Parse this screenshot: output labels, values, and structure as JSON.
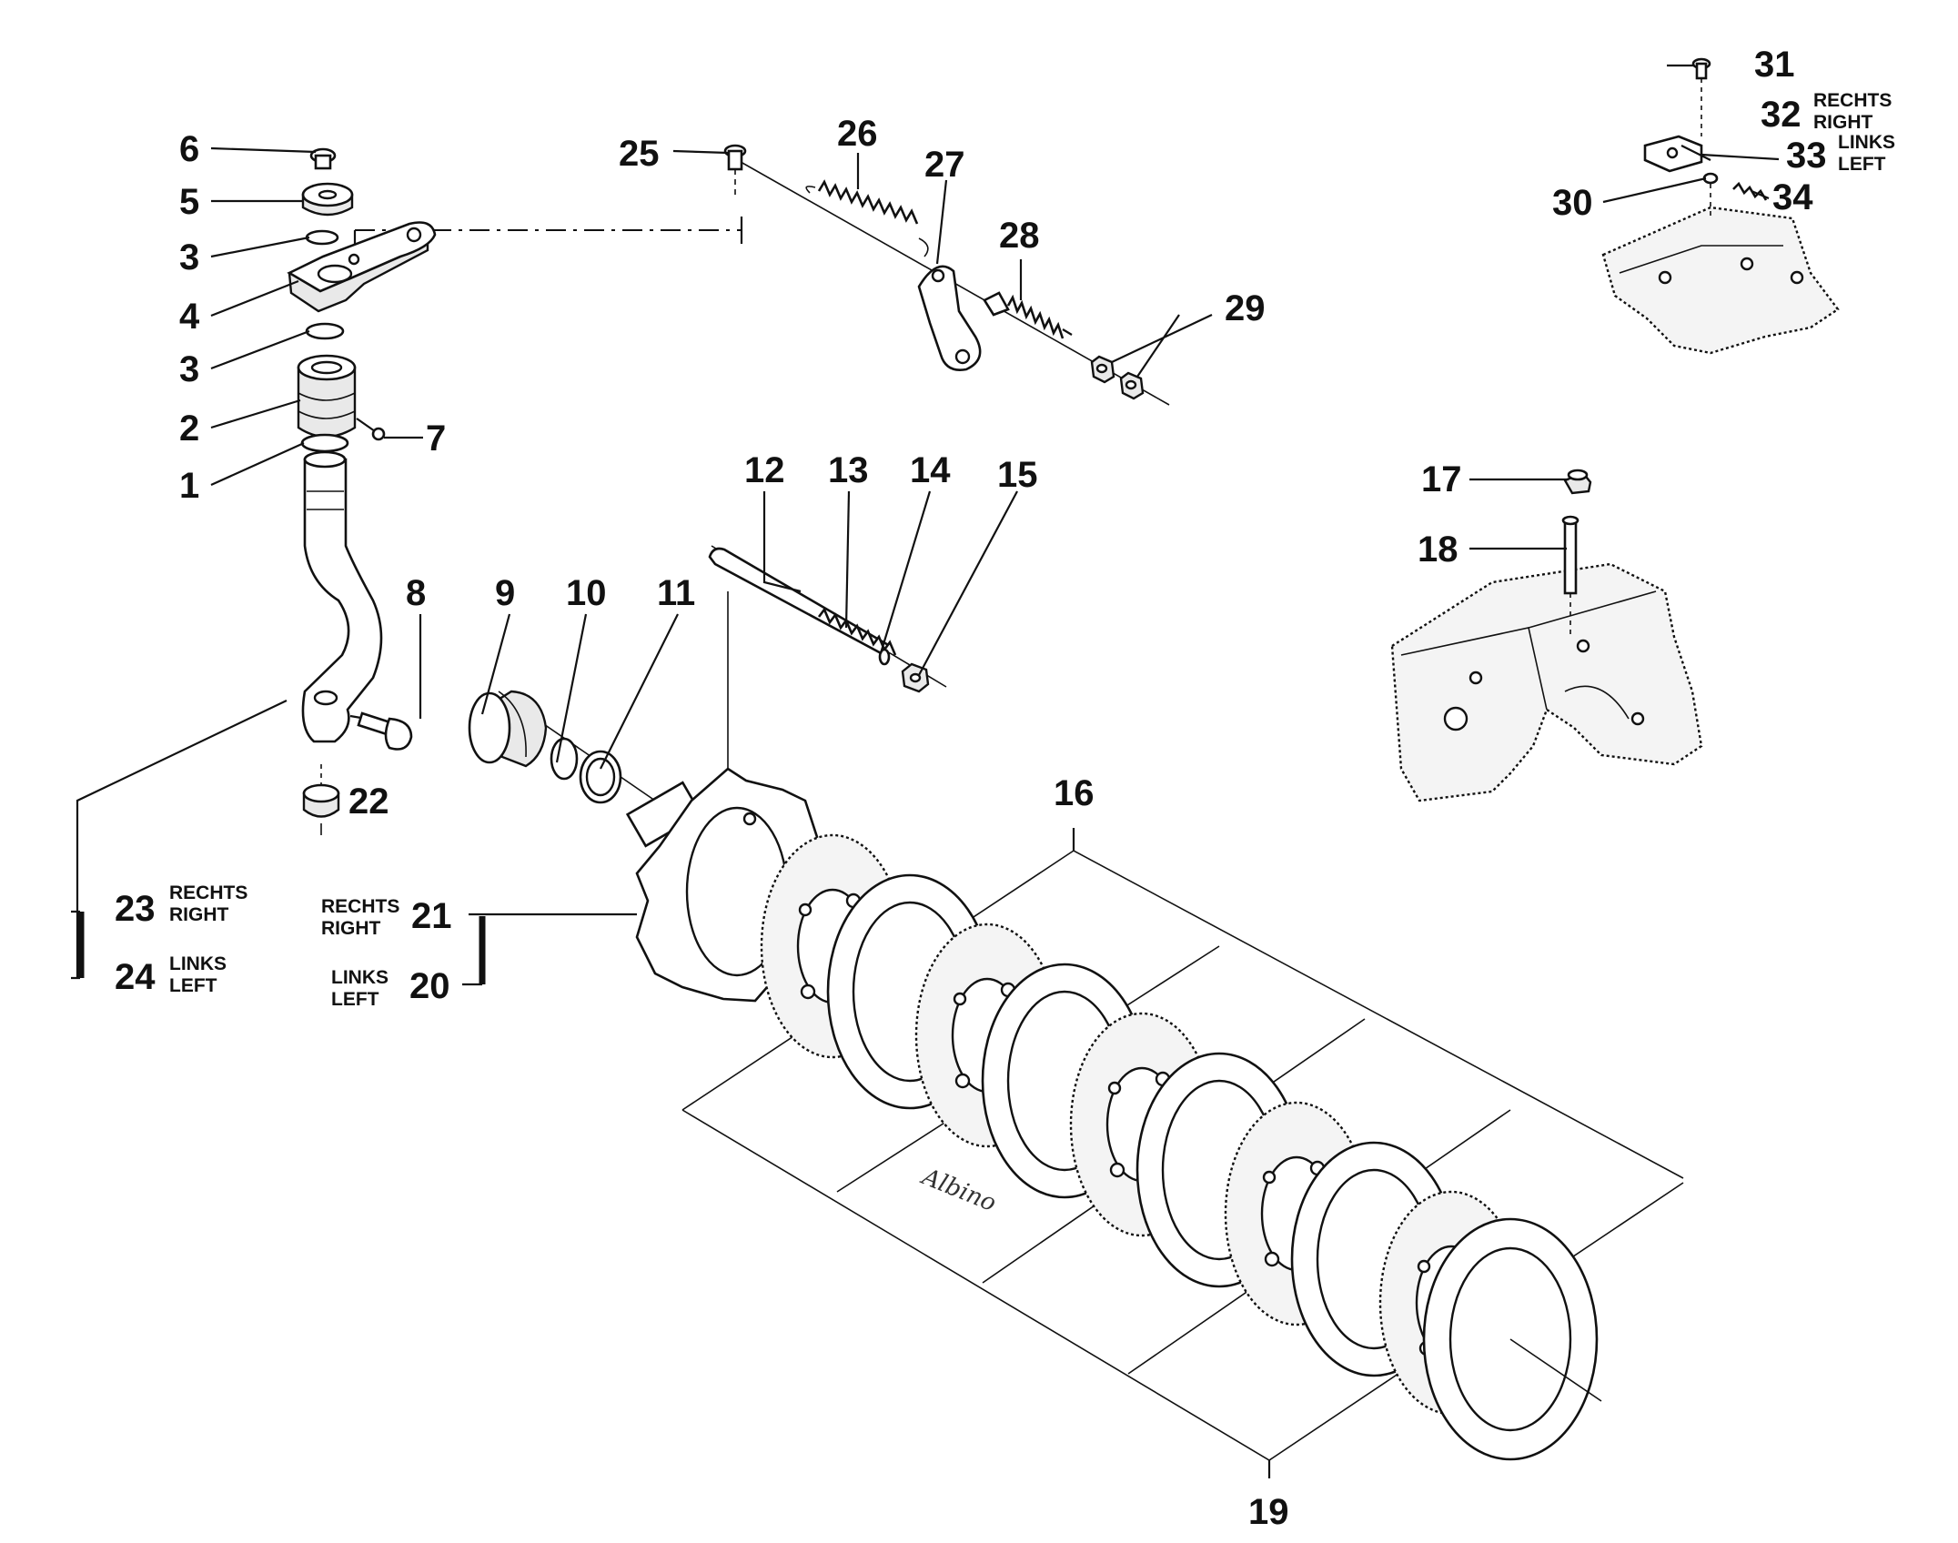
{
  "parts": {
    "p1": "1",
    "p2": "2",
    "p3a": "3",
    "p3b": "3",
    "p4": "4",
    "p5": "5",
    "p6": "6",
    "p7": "7",
    "p8": "8",
    "p9": "9",
    "p10": "10",
    "p11": "11",
    "p12": "12",
    "p13": "13",
    "p14": "14",
    "p15": "15",
    "p16": "16",
    "p17": "17",
    "p18": "18",
    "p19": "19",
    "p20": "20",
    "p21": "21",
    "p22": "22",
    "p23": "23",
    "p24": "24",
    "p25": "25",
    "p26": "26",
    "p27": "27",
    "p28": "28",
    "p29": "29",
    "p30": "30",
    "p31": "31",
    "p32": "32",
    "p33": "33",
    "p34": "34"
  },
  "qualifiers": {
    "rechts": "RECHTS",
    "right": "RIGHT",
    "links": "LINKS",
    "left": "LEFT"
  },
  "signature": "Albino"
}
